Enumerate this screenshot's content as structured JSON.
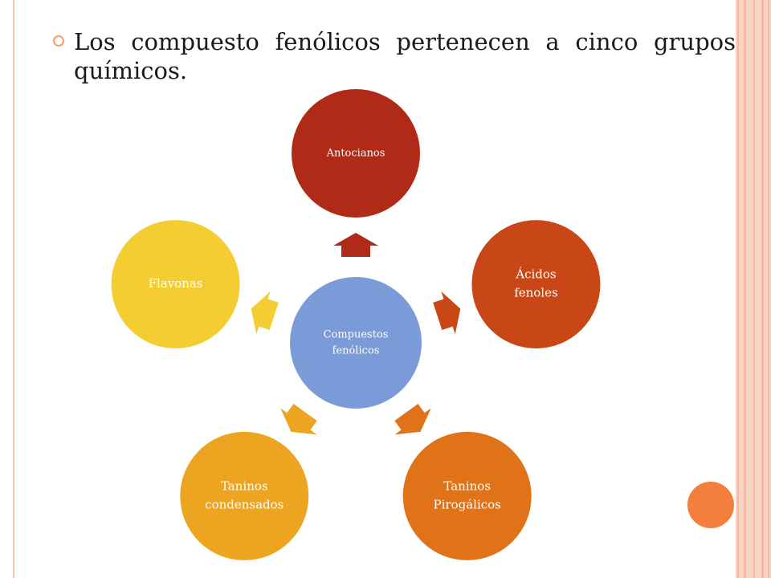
{
  "bullet": {
    "text": "Los compuesto fenólicos pertenecen a cinco grupos químicos."
  },
  "diagram": {
    "center": {
      "lines": [
        "Compuestos",
        "fenólicos"
      ],
      "color": "#7b9bd8"
    },
    "nodes": [
      {
        "id": "antocianos",
        "lines": [
          "Antocianos"
        ],
        "color": "#b02a18"
      },
      {
        "id": "acidos-fenoles",
        "lines": [
          "Ácidos",
          "fenoles"
        ],
        "color": "#c94716"
      },
      {
        "id": "taninos-pirogalicos",
        "lines": [
          "Taninos",
          "Pirogálicos"
        ],
        "color": "#e07218"
      },
      {
        "id": "taninos-condensados",
        "lines": [
          "Taninos",
          "condensados"
        ],
        "color": "#eda420"
      },
      {
        "id": "flavonas",
        "lines": [
          "Flavonas"
        ],
        "color": "#f3cd32"
      }
    ],
    "arrow_colors": [
      "#b02a18",
      "#c94716",
      "#e07218",
      "#eda420",
      "#f3cd32"
    ]
  }
}
